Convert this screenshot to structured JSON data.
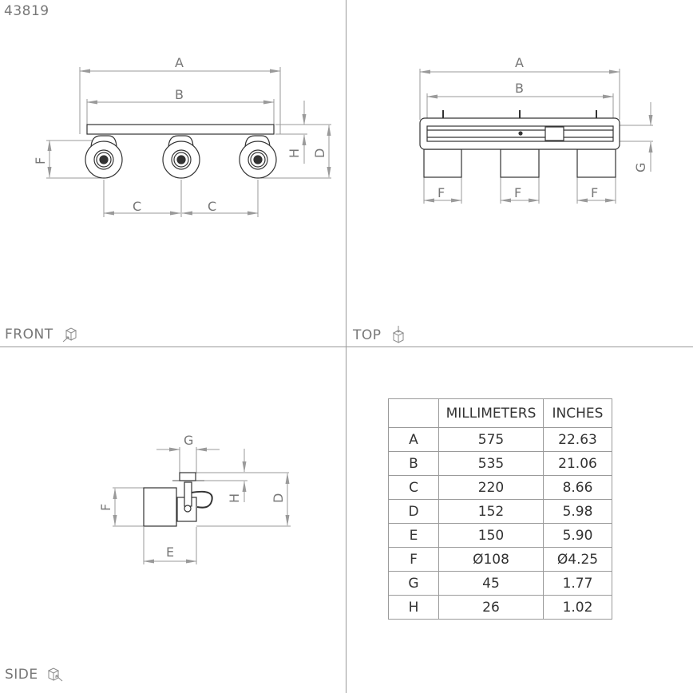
{
  "document": {
    "product_code": "43819"
  },
  "views": {
    "front": {
      "label": "FRONT",
      "icon": "front-view-cube-icon",
      "dimension_labels": [
        "A",
        "B",
        "C",
        "C",
        "D",
        "F",
        "H"
      ]
    },
    "top": {
      "label": "TOP",
      "icon": "top-view-cube-icon",
      "dimension_labels": [
        "A",
        "B",
        "F",
        "F",
        "F",
        "G"
      ]
    },
    "side": {
      "label": "SIDE",
      "icon": "side-view-cube-icon",
      "dimension_labels": [
        "G",
        "H",
        "D",
        "F",
        "E"
      ]
    }
  },
  "dim_labels": {
    "A": "A",
    "B": "B",
    "C": "C",
    "D": "D",
    "E": "E",
    "F": "F",
    "G": "G",
    "H": "H"
  },
  "dimensions_table": {
    "headers": [
      "",
      "MILLIMETERS",
      "INCHES"
    ],
    "rows": [
      {
        "key": "A",
        "mm": "575",
        "in": "22.63"
      },
      {
        "key": "B",
        "mm": "535",
        "in": "21.06"
      },
      {
        "key": "C",
        "mm": "220",
        "in": "8.66"
      },
      {
        "key": "D",
        "mm": "152",
        "in": "5.98"
      },
      {
        "key": "E",
        "mm": "150",
        "in": "5.90"
      },
      {
        "key": "F",
        "mm": "Ø108",
        "in": "Ø4.25"
      },
      {
        "key": "G",
        "mm": "45",
        "in": "1.77"
      },
      {
        "key": "H",
        "mm": "26",
        "in": "1.02"
      }
    ]
  },
  "colors": {
    "line": "#9a9a9a",
    "drawing": "#333333",
    "text": "#777777"
  }
}
